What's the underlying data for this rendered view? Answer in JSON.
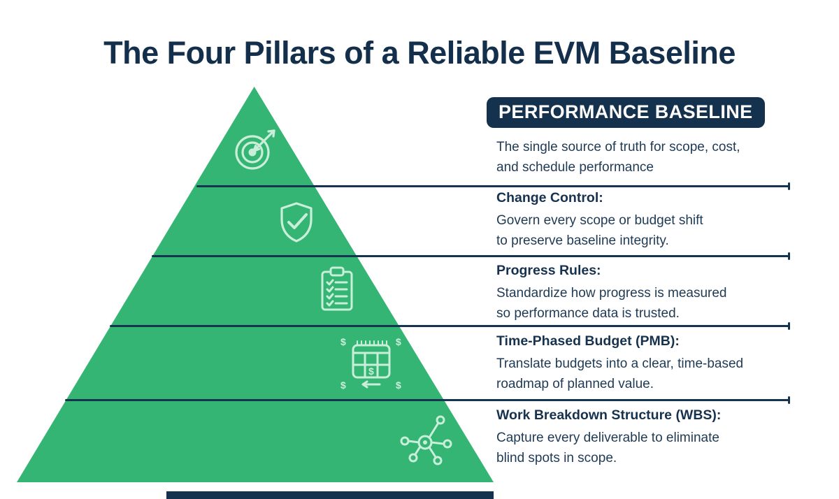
{
  "title": "The Four Pillars of a Reliable EVM Baseline",
  "colors": {
    "pyramid_green": "#35b573",
    "navy": "#14314d",
    "icon_tint": "#c9eeda",
    "background": "#ffffff"
  },
  "icons": {
    "dollar": "$",
    "level_icons": [
      "target-icon",
      "shield-check-icon",
      "clipboard-checklist-icon",
      "budget-calendar-icon",
      "wbs-network-icon"
    ]
  },
  "sections": [
    {
      "heading": "PERFORMANCE BASELINE",
      "body": "The single source of truth for scope, cost,\nand schedule performance",
      "style": "badge"
    },
    {
      "heading": "Change Control:",
      "body": "Govern every scope or budget shift\nto preserve baseline integrity."
    },
    {
      "heading": "Progress Rules:",
      "body": "Standardize how progress is measured\nso performance data is trusted."
    },
    {
      "heading": "Time-Phased Budget (PMB):",
      "body": "Translate budgets into a clear, time-based\nroadmap of planned value."
    },
    {
      "heading": "Work Breakdown Structure (WBS):",
      "body": "Capture every deliverable to eliminate\nblind spots in scope."
    }
  ]
}
